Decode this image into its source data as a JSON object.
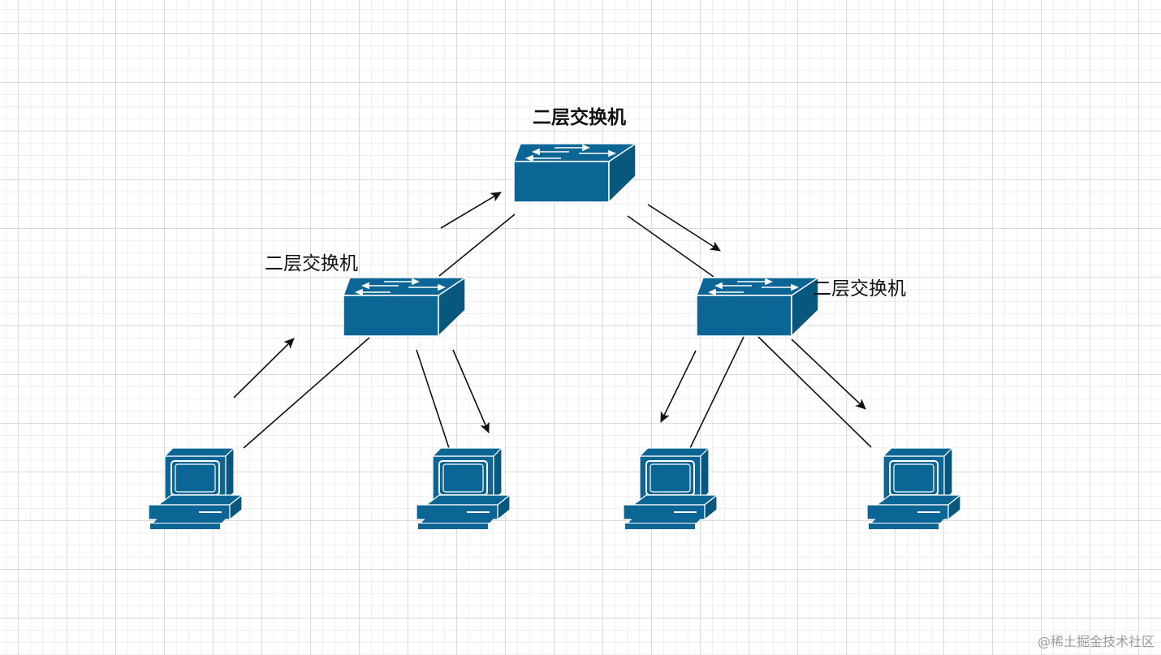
{
  "labels": {
    "top_switch": "二层交换机",
    "left_switch": "二层交换机",
    "right_switch": "二层交换机"
  },
  "watermark": "@稀土掘金技术社区",
  "colors": {
    "device": "#0c6695",
    "device_dark": "#08577f",
    "link": "#111111"
  },
  "icons": {
    "switch": "layer2-switch-icon",
    "computer": "workstation-icon"
  }
}
